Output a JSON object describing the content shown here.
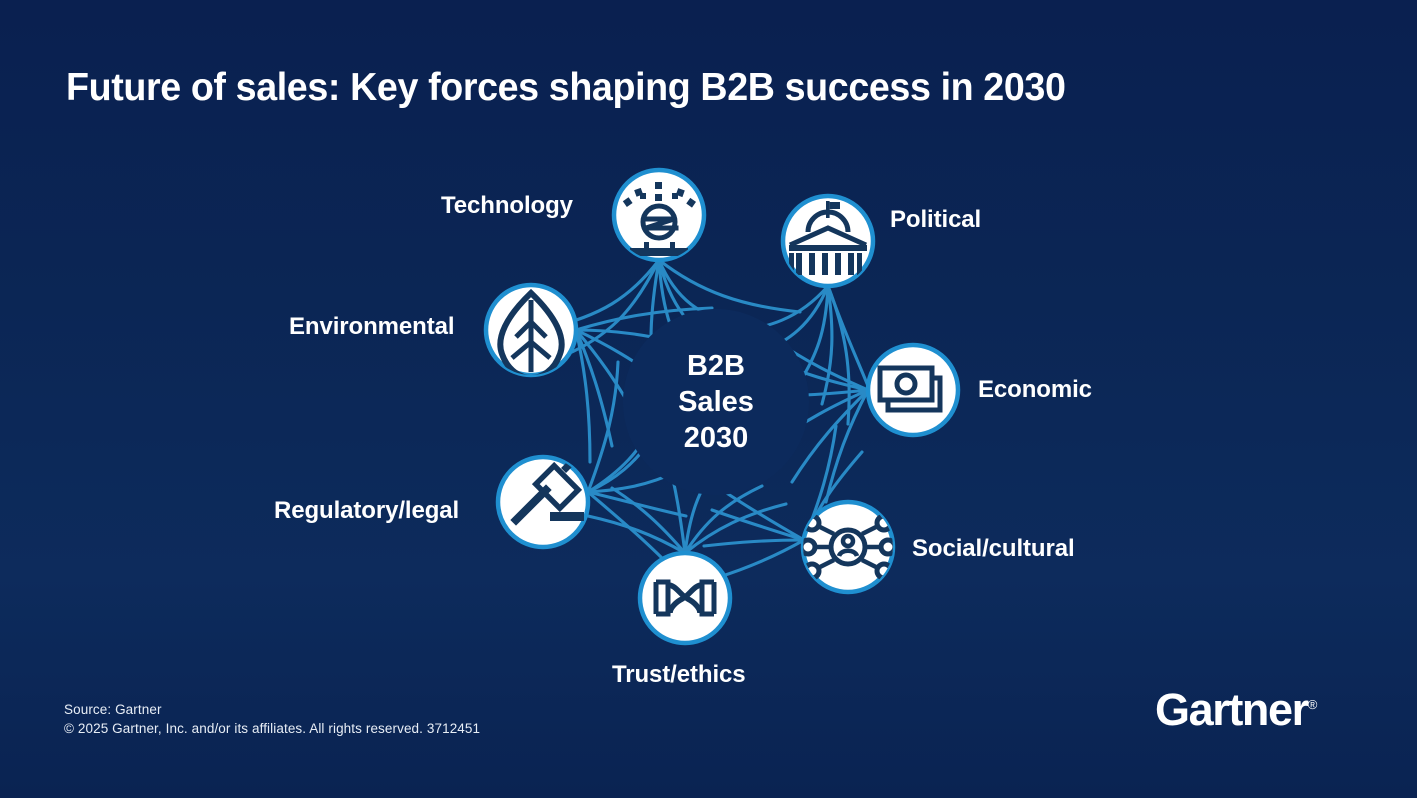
{
  "title": "Future of sales: Key forces shaping B2B success in 2030",
  "hub": {
    "line1": "B2B",
    "line2": "Sales",
    "line3": "2030"
  },
  "colors": {
    "background_top": "#0a2050",
    "background_bottom": "#0d2d5e",
    "accent_line": "#2b90cc",
    "node_ring": "#1f8fd0",
    "node_fill": "#ffffff",
    "icon_navy": "#14365c",
    "hub_fill": "#0c2a5c",
    "text_white": "#ffffff"
  },
  "nodes": [
    {
      "id": "technology",
      "label": "Technology",
      "icon": "technology-sensor-icon"
    },
    {
      "id": "political",
      "label": "Political",
      "icon": "capitol-building-icon"
    },
    {
      "id": "environmental",
      "label": "Environmental",
      "icon": "leaf-icon"
    },
    {
      "id": "economic",
      "label": "Economic",
      "icon": "banknotes-icon"
    },
    {
      "id": "regulatory-legal",
      "label": "Regulatory/legal",
      "icon": "gavel-icon"
    },
    {
      "id": "social-cultural",
      "label": "Social/cultural",
      "icon": "network-people-icon"
    },
    {
      "id": "trust-ethics",
      "label": "Trust/ethics",
      "icon": "handshake-icon"
    }
  ],
  "footer": {
    "source": "Source: Gartner",
    "copyright": "© 2025 Gartner, Inc. and/or its affiliates. All rights reserved. 3712451"
  },
  "logo": {
    "wordmark": "Gartner",
    "trademark": "®"
  },
  "chart_data": {
    "type": "diagram",
    "layout": "radial hub-and-spoke",
    "center": "B2B Sales 2030",
    "spokes": [
      "Technology",
      "Political",
      "Environmental",
      "Economic",
      "Regulatory/legal",
      "Social/cultural",
      "Trust/ethics"
    ],
    "spoke_count": 7
  }
}
